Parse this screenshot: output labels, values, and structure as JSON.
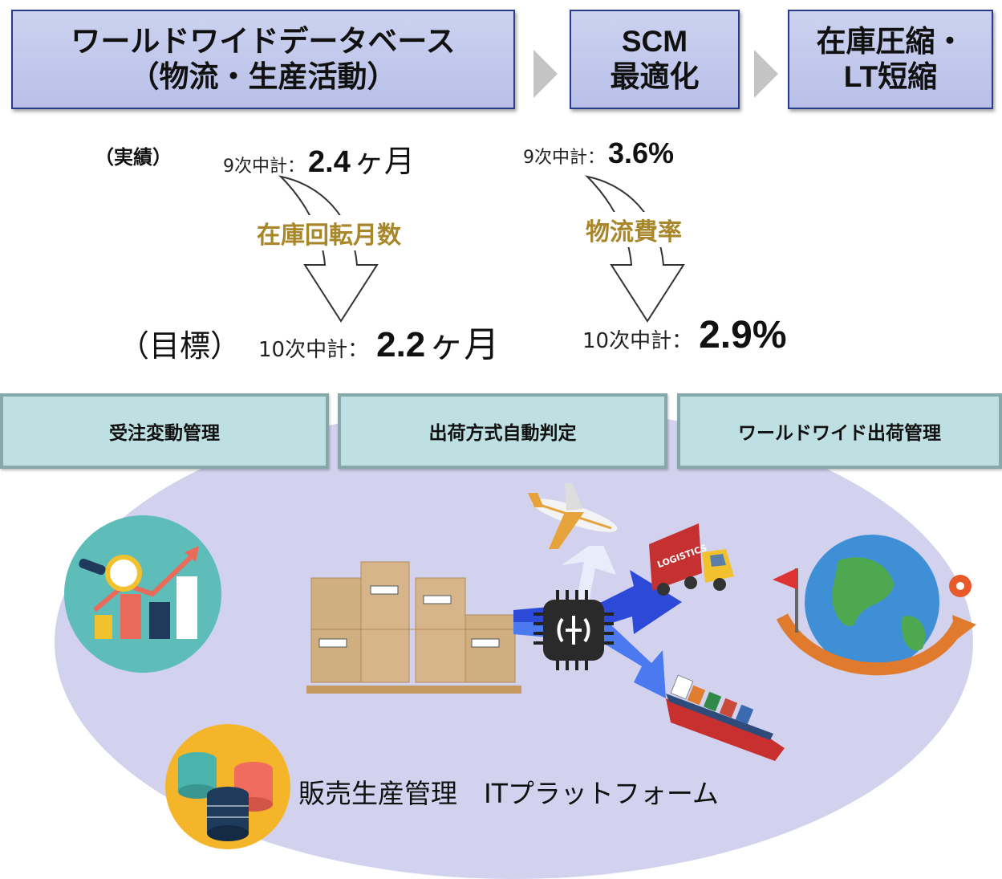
{
  "header": {
    "box1_line1": "ワールドワイドデータベース",
    "box1_line2": "（物流・生産活動）",
    "box2_line1": "SCM",
    "box2_line2": "最適化",
    "box3_line1": "在庫圧縮・",
    "box3_line2": "LT短縮"
  },
  "metrics": {
    "actual_label": "（実績）",
    "target_label": "（目標）",
    "inventory": {
      "name": "在庫回転月数",
      "actual_plan": "9次中計：",
      "actual_value": "2.4",
      "actual_unit": "ヶ月",
      "target_plan": "10次中計：",
      "target_value": "2.2",
      "target_unit": "ヶ月"
    },
    "logistics": {
      "name": "物流費率",
      "actual_plan": "9次中計：",
      "actual_value": "3.6%",
      "target_plan": "10次中計：",
      "target_value": "2.9%"
    }
  },
  "functions": [
    "受注変動管理",
    "出荷方式自動判定",
    "ワールドワイド出荷管理"
  ],
  "platform": {
    "label": "販売生産管理　ITプラットフォーム",
    "truck_text": "LOGISTICS"
  },
  "colors": {
    "header_fill": "#c3c9ee",
    "header_border": "#2a3a8c",
    "gold_text": "#a8862a",
    "teal_fill": "#bfe0e2",
    "ellipse_fill": "#d2d2ee"
  },
  "icons": {
    "analytics": "chart-magnifier-icon",
    "boxes": "cardboard-boxes-icon",
    "ai": "ai-chip-brain-icon",
    "plane": "airplane-icon",
    "truck": "truck-icon",
    "ship": "cargo-ship-icon",
    "globe": "globe-icon",
    "database": "database-icon"
  }
}
